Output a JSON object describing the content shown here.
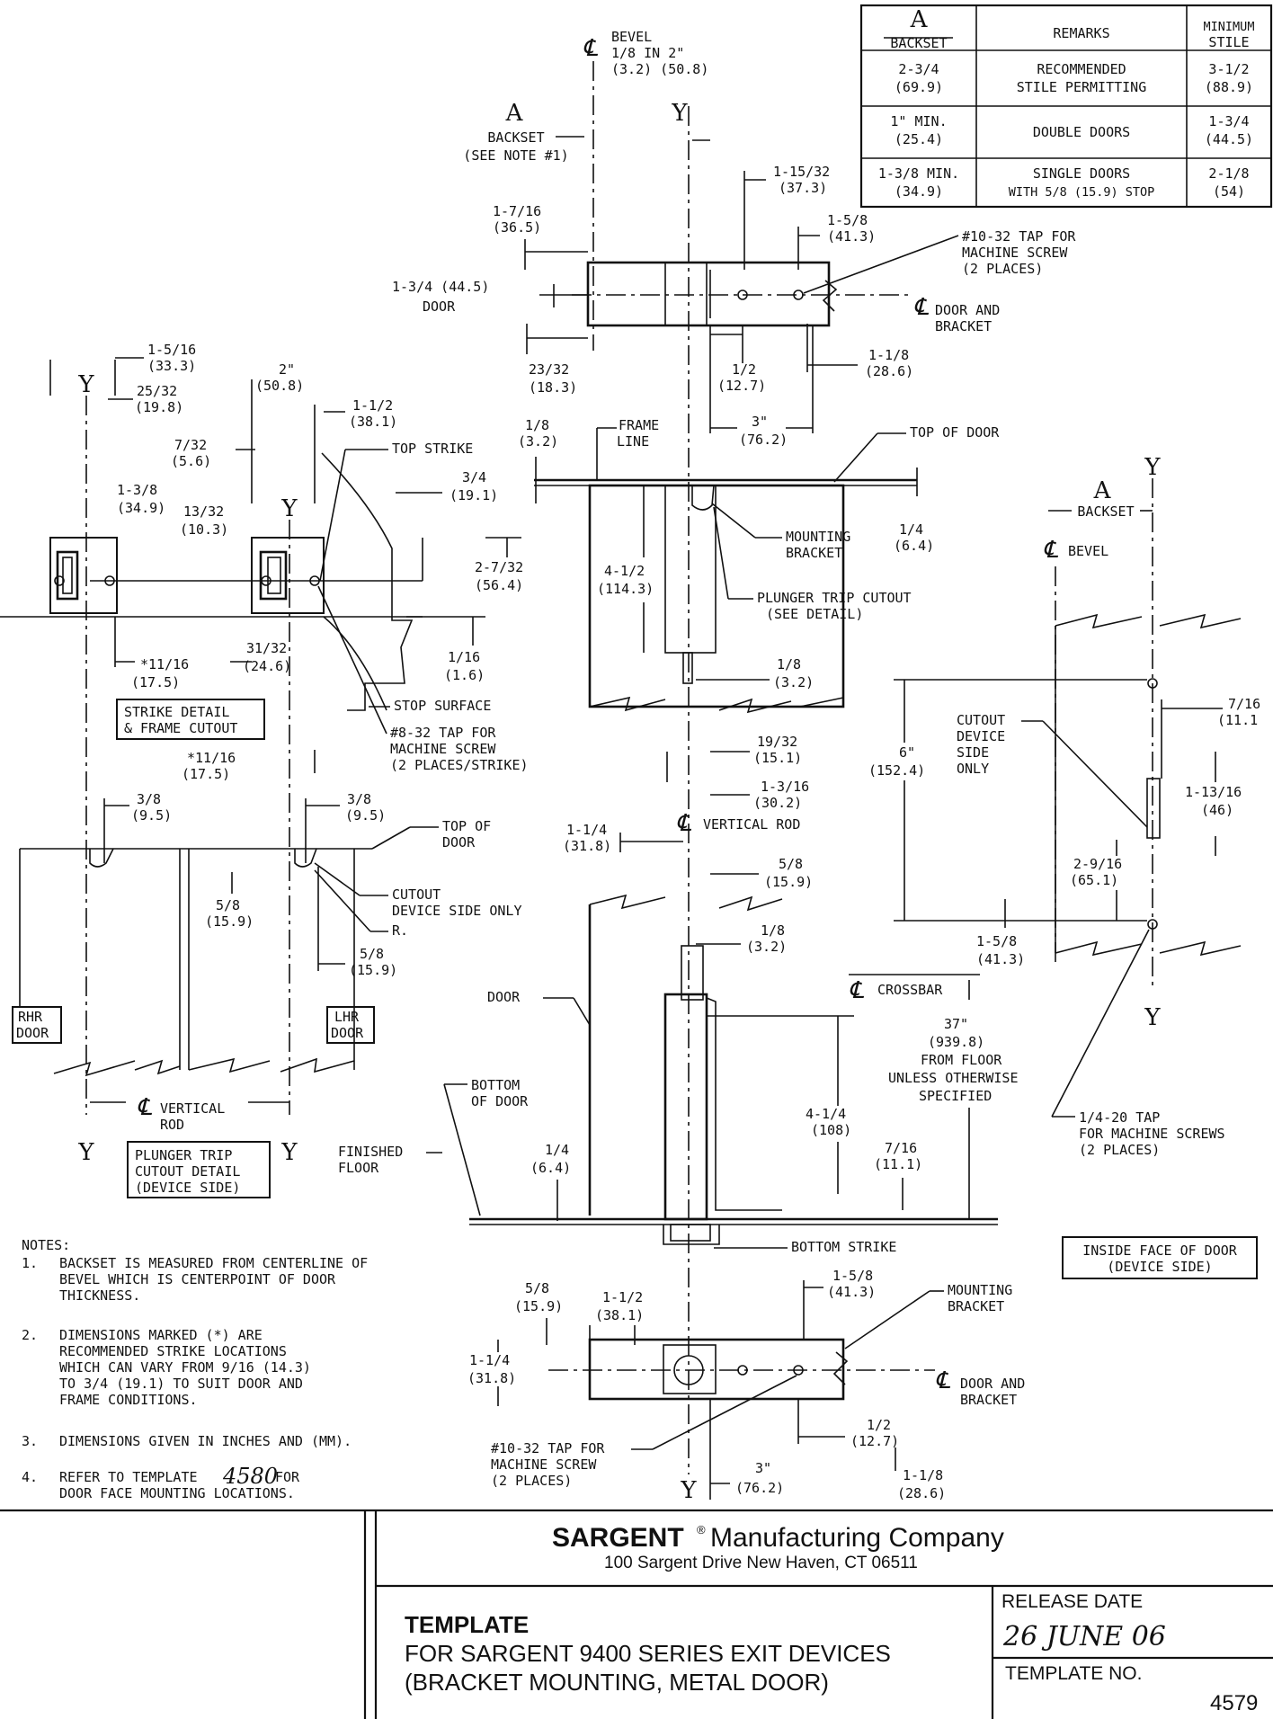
{
  "backset_table": {
    "headers": {
      "backset_letter": "A",
      "backset": "BACKSET",
      "remarks": "REMARKS",
      "min_stile_1": "MINIMUM",
      "min_stile_2": "STILE"
    },
    "rows": [
      {
        "backset_in": "2-3/4",
        "backset_mm": "(69.9)",
        "remarks_1": "RECOMMENDED",
        "remarks_2": "STILE PERMITTING",
        "stile_in": "3-1/2",
        "stile_mm": "(88.9)"
      },
      {
        "backset_in": "1\" MIN.",
        "backset_mm": "(25.4)",
        "remarks_1": "DOUBLE DOORS",
        "remarks_2": "",
        "stile_in": "1-3/4",
        "stile_mm": "(44.5)"
      },
      {
        "backset_in": "1-3/8 MIN.",
        "backset_mm": "(34.9)",
        "remarks_1": "SINGLE DOORS",
        "remarks_2": "WITH 5/8 (15.9) STOP",
        "stile_in": "2-1/8",
        "stile_mm": "(54)"
      }
    ]
  },
  "top_bracket": {
    "bevel_1": "BEVEL",
    "bevel_2": "1/8 IN 2\"",
    "bevel_3": "(3.2) (50.8)",
    "y_axis": "Y",
    "a_letter": "A",
    "backset": "BACKSET",
    "see_note": "(SEE NOTE #1)",
    "d1_in": "1-15/32",
    "d1_mm": "(37.3)",
    "d2_in": "1-7/16",
    "d2_mm": "(36.5)",
    "d3_in": "1-5/8",
    "d3_mm": "(41.3)",
    "tap_1": "#10-32 TAP FOR",
    "tap_2": "MACHINE SCREW",
    "tap_3": "(2 PLACES)",
    "door_dim": "1-3/4 (44.5)",
    "door": "DOOR",
    "cl_1": "DOOR AND",
    "cl_2": "BRACKET",
    "d4_in": "23/32",
    "d4_mm": "(18.3)",
    "d5_in": "1/2",
    "d5_mm": "(12.7)",
    "d6_in": "1-1/8",
    "d6_mm": "(28.6)",
    "d7_in": "3\"",
    "d7_mm": "(76.2)"
  },
  "strike_detail": {
    "d1_in": "1-5/16",
    "d1_mm": "(33.3)",
    "d2_in": "2\"",
    "d2_mm": "(50.8)",
    "d3_in": "25/32",
    "d3_mm": "(19.8)",
    "d4_in": "1-1/2",
    "d4_mm": "(38.1)",
    "d5_in": "7/32",
    "d5_mm": "(5.6)",
    "top_strike": "TOP STRIKE",
    "d6_in": "1/8",
    "d6_mm": "(3.2)",
    "frame_line_1": "FRAME",
    "frame_line_2": "LINE",
    "d7_in": "3/4",
    "d7_mm": "(19.1)",
    "d8_in": "1-3/8",
    "d8_mm": "(34.9)",
    "d9_in": "13/32",
    "d9_mm": "(10.3)",
    "d10_in": "2-7/32",
    "d10_mm": "(56.4)",
    "d11_in": "*11/16",
    "d11_mm": "(17.5)",
    "d12_in": "31/32",
    "d12_mm": "(24.6)",
    "d13_in": "1/16",
    "d13_mm": "(1.6)",
    "stop_surface": "STOP SURFACE",
    "title_1": "STRIKE DETAIL",
    "title_2": "& FRAME CUTOUT",
    "tap_1": "#8-32 TAP FOR",
    "tap_2": "MACHINE SCREW",
    "tap_3": "(2 PLACES/STRIKE)",
    "y": "Y"
  },
  "center_view": {
    "top_of_door": "TOP OF DOOR",
    "mount_1": "MOUNTING",
    "mount_2": "BRACKET",
    "d1_in": "1/4",
    "d1_mm": "(6.4)",
    "d2_in": "4-1/2",
    "d2_mm": "(114.3)",
    "plunger_1": "PLUNGER TRIP CUTOUT",
    "plunger_2": "(SEE DETAIL)",
    "d3_in": "1/8",
    "d3_mm": "(3.2)",
    "d4_in": "19/32",
    "d4_mm": "(15.1)",
    "d5_in": "1-3/16",
    "d5_mm": "(30.2)",
    "vertical_rod": "VERTICAL ROD",
    "d6_in": "1-1/4",
    "d6_mm": "(31.8)",
    "d7_in": "5/8",
    "d7_mm": "(15.9)",
    "d8_in": "1/8",
    "d8_mm": "(3.2)",
    "door": "DOOR",
    "bottom_1": "BOTTOM",
    "bottom_2": "OF DOOR",
    "d9_in": "4-1/4",
    "d9_mm": "(108)",
    "d10_in": "7/16",
    "d10_mm": "(11.1)",
    "d11_in": "1/4",
    "d11_mm": "(6.4)",
    "finished_1": "FINISHED",
    "finished_2": "FLOOR",
    "bottom_strike": "BOTTOM STRIKE"
  },
  "plunger_detail": {
    "d1_in": "*11/16",
    "d1_mm": "(17.5)",
    "d2_in": "3/8",
    "d2_mm": "(9.5)",
    "d3_in": "3/8",
    "d3_mm": "(9.5)",
    "top_1": "TOP OF",
    "top_2": "DOOR",
    "cut_1": "CUTOUT",
    "cut_2": "DEVICE SIDE ONLY",
    "d4_in": "5/8",
    "d4_mm": "(15.9)",
    "r": "R.",
    "d5_in": "5/8",
    "d5_mm": "(15.9)",
    "rhr_1": "RHR",
    "rhr_2": "DOOR",
    "lhr_1": "LHR",
    "lhr_2": "DOOR",
    "vr_1": "VERTICAL",
    "vr_2": "ROD",
    "title_1": "PLUNGER TRIP",
    "title_2": "CUTOUT DETAIL",
    "title_3": "(DEVICE SIDE)",
    "y": "Y"
  },
  "right_view": {
    "y": "Y",
    "a_letter": "A",
    "backset": "BACKSET",
    "bevel": "BEVEL",
    "cutout_1": "CUTOUT",
    "cutout_2": "DEVICE",
    "cutout_3": "SIDE",
    "cutout_4": "ONLY",
    "d1_in": "6\"",
    "d1_mm": "(152.4)",
    "d2_in": "7/16",
    "d2_mm": "(11.1",
    "d3_in": "1-13/16",
    "d3_mm": "(46)",
    "d4_in": "2-9/16",
    "d4_mm": "(65.1)",
    "d5_in": "1-5/8",
    "d5_mm": "(41.3)",
    "crossbar": "CROSSBAR",
    "d6_1": "37\"",
    "d6_2": "(939.8)",
    "d6_3": "FROM FLOOR",
    "d6_4": "UNLESS OTHERWISE",
    "d6_5": "SPECIFIED",
    "tap_1": "1/4-20 TAP",
    "tap_2": "FOR MACHINE SCREWS",
    "tap_3": "(2 PLACES)",
    "inside_1": "INSIDE FACE OF DOOR",
    "inside_2": "(DEVICE SIDE)"
  },
  "notes": {
    "heading": "NOTES:",
    "items": [
      {
        "num": "1.",
        "lines": [
          "BACKSET IS MEASURED FROM CENTERLINE OF",
          "BEVEL WHICH IS CENTERPOINT OF DOOR",
          "THICKNESS."
        ]
      },
      {
        "num": "2.",
        "lines": [
          "DIMENSIONS MARKED (*) ARE",
          "RECOMMENDED STRIKE LOCATIONS",
          "WHICH CAN VARY FROM 9/16 (14.3)",
          "TO 3/4 (19.1) TO SUIT DOOR AND",
          "FRAME CONDITIONS."
        ]
      },
      {
        "num": "3.",
        "lines": [
          "DIMENSIONS GIVEN IN INCHES AND (MM)."
        ]
      },
      {
        "num": "4.",
        "lines": [
          "REFER TO TEMPLATE",
          "DOOR FACE MOUNTING LOCATIONS."
        ],
        "ref_number": "4580",
        "after_ref": "FOR"
      }
    ]
  },
  "bottom_bracket": {
    "d1_in": "5/8",
    "d1_mm": "(15.9)",
    "d2_in": "1-1/2",
    "d2_mm": "(38.1)",
    "d3_in": "1-5/8",
    "d3_mm": "(41.3)",
    "mount_1": "MOUNTING",
    "mount_2": "BRACKET",
    "d4_in": "1-1/4",
    "d4_mm": "(31.8)",
    "cl_1": "DOOR AND",
    "cl_2": "BRACKET",
    "tap_1": "#10-32 TAP FOR",
    "tap_2": "MACHINE SCREW",
    "tap_3": "(2 PLACES)",
    "d5_in": "1/2",
    "d5_mm": "(12.7)",
    "d6_in": "3\"",
    "d6_mm": "(76.2)",
    "d7_in": "1-1/8",
    "d7_mm": "(28.6)",
    "y": "Y"
  },
  "title_block": {
    "brand": "SARGENT",
    "reg": "®",
    "company": "Manufacturing Company",
    "address": "100 Sargent Drive New Haven, CT 06511",
    "template_label": "TEMPLATE",
    "desc_1": "FOR SARGENT 9400 SERIES EXIT DEVICES",
    "desc_2": "(BRACKET MOUNTING, METAL DOOR)",
    "release_label": "RELEASE DATE",
    "release_value": "26 JUNE  06",
    "template_no_label": "TEMPLATE NO.",
    "template_no": "4579"
  }
}
